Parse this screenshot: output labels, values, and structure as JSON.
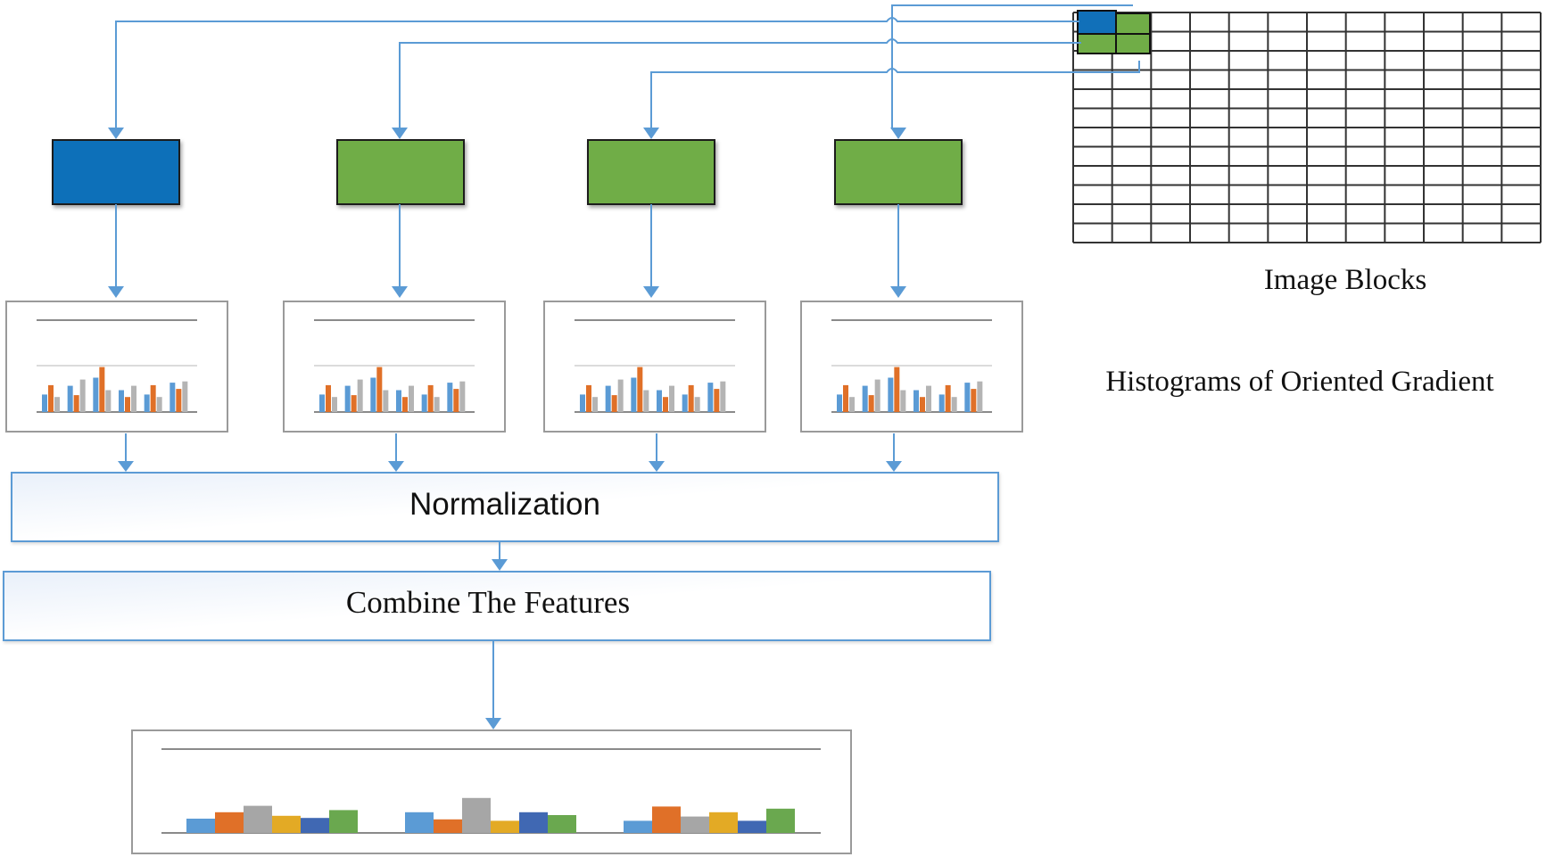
{
  "labels": {
    "image_blocks": "Image Blocks",
    "hog": "Histograms of Oriented Gradient",
    "normalization": "Normalization",
    "combine": "Combine The Features"
  },
  "colors": {
    "arrow": "#5b9bd5",
    "blue_block": "#1170b9",
    "green_block": "#70ad47",
    "panel_border": "#9a9a9a",
    "process_border": "#5b9bd5",
    "grid": "#333333"
  },
  "histogram_panels": [
    {
      "values": [
        {
          "blue": 2.8,
          "orange": 4.3,
          "gray": 2.4
        },
        {
          "blue": 4.2,
          "orange": 2.7,
          "gray": 5.2
        },
        {
          "blue": 5.5,
          "orange": 7.2,
          "gray": 3.5
        },
        {
          "blue": 3.5,
          "orange": 2.4,
          "gray": 4.2
        },
        {
          "blue": 2.8,
          "orange": 4.3,
          "gray": 2.4
        },
        {
          "blue": 4.7,
          "orange": 3.7,
          "gray": 4.9
        }
      ]
    },
    {
      "values": [
        {
          "blue": 2.8,
          "orange": 4.3,
          "gray": 2.4
        },
        {
          "blue": 4.2,
          "orange": 2.7,
          "gray": 5.2
        },
        {
          "blue": 5.5,
          "orange": 7.2,
          "gray": 3.5
        },
        {
          "blue": 3.5,
          "orange": 2.4,
          "gray": 4.2
        },
        {
          "blue": 2.8,
          "orange": 4.3,
          "gray": 2.4
        },
        {
          "blue": 4.7,
          "orange": 3.7,
          "gray": 4.9
        }
      ]
    },
    {
      "values": [
        {
          "blue": 2.8,
          "orange": 4.3,
          "gray": 2.4
        },
        {
          "blue": 4.2,
          "orange": 2.7,
          "gray": 5.2
        },
        {
          "blue": 5.5,
          "orange": 7.2,
          "gray": 3.5
        },
        {
          "blue": 3.5,
          "orange": 2.4,
          "gray": 4.2
        },
        {
          "blue": 2.8,
          "orange": 4.3,
          "gray": 2.4
        },
        {
          "blue": 4.7,
          "orange": 3.7,
          "gray": 4.9
        }
      ]
    },
    {
      "values": [
        {
          "blue": 2.8,
          "orange": 4.3,
          "gray": 2.4
        },
        {
          "blue": 4.2,
          "orange": 2.7,
          "gray": 5.2
        },
        {
          "blue": 5.5,
          "orange": 7.2,
          "gray": 3.5
        },
        {
          "blue": 3.5,
          "orange": 2.4,
          "gray": 4.2
        },
        {
          "blue": 2.8,
          "orange": 4.3,
          "gray": 2.4
        },
        {
          "blue": 4.7,
          "orange": 3.7,
          "gray": 4.9
        }
      ]
    }
  ],
  "combined_histogram": {
    "colors": [
      "#5b9bd5",
      "#e07028",
      "#a6a6a6",
      "#e3aa25",
      "#4068b3",
      "#6aa84f"
    ],
    "groups": [
      [
        2.0,
        2.9,
        3.8,
        2.4,
        2.1,
        3.2
      ],
      [
        2.9,
        1.9,
        4.9,
        1.7,
        2.9,
        2.5
      ],
      [
        1.7,
        3.7,
        2.3,
        2.9,
        1.7,
        3.4
      ]
    ]
  }
}
